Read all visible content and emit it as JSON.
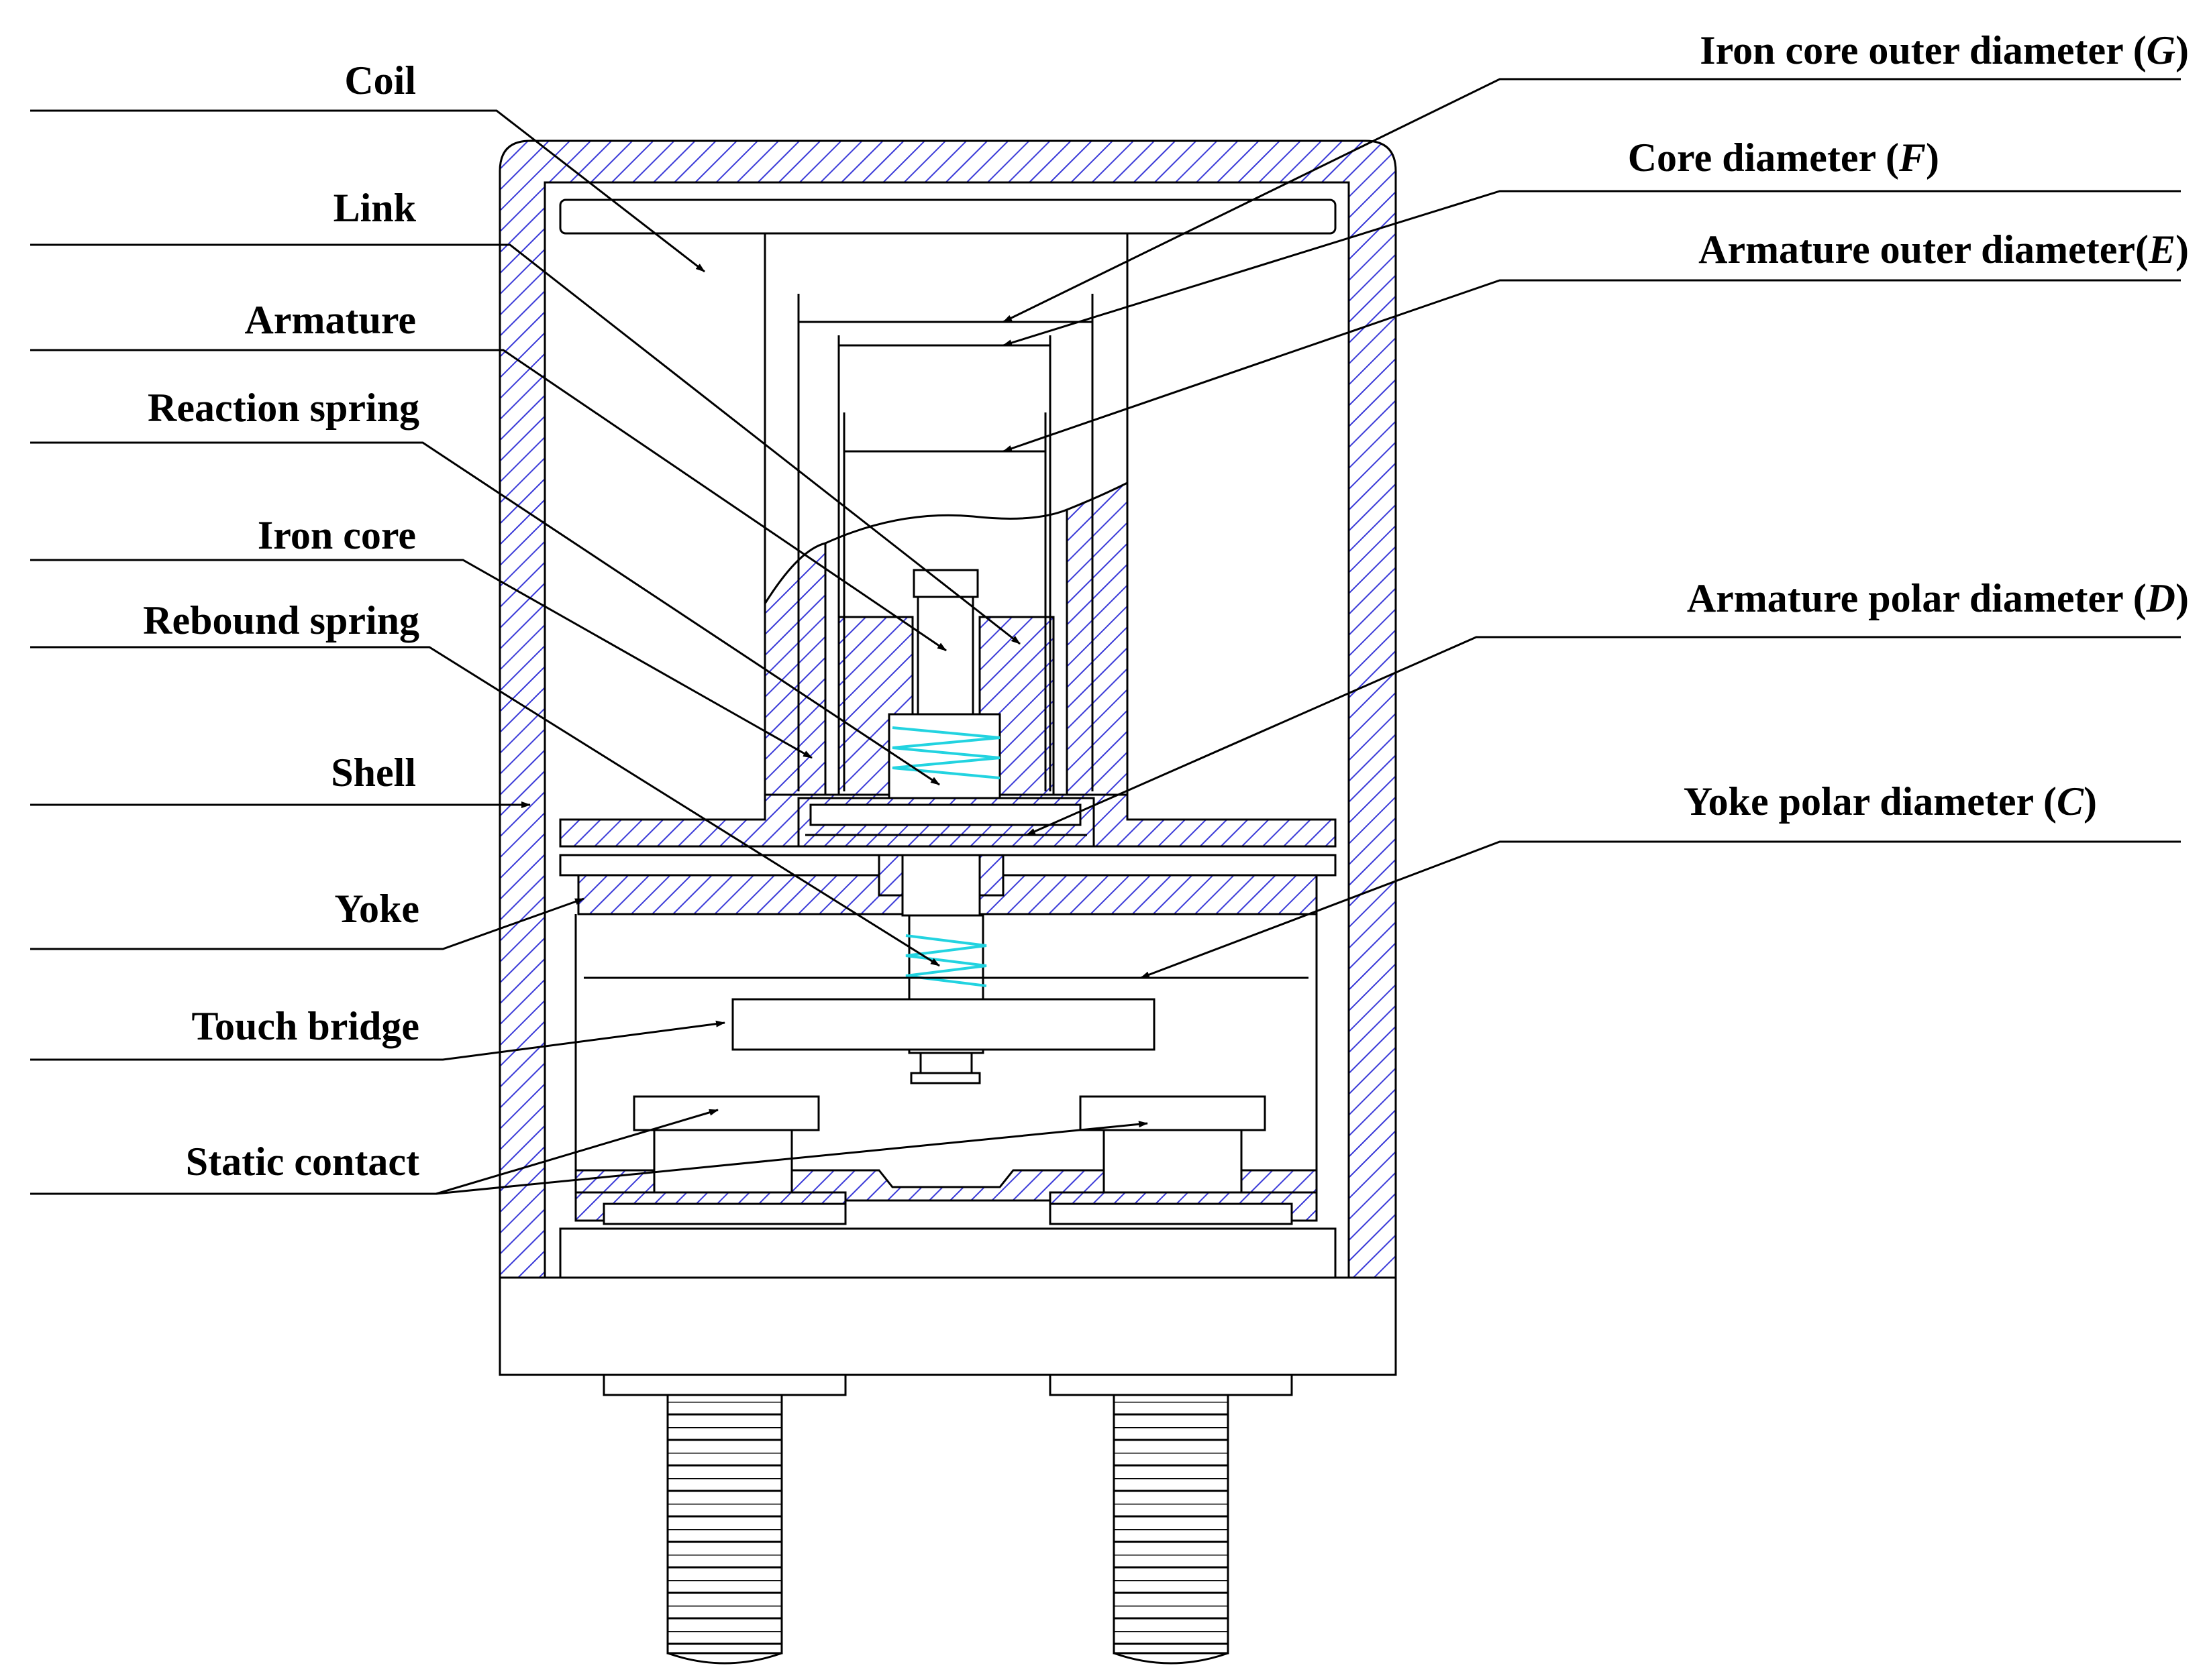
{
  "left_labels": [
    {
      "id": "coil",
      "text": "Coil"
    },
    {
      "id": "link",
      "text": "Link"
    },
    {
      "id": "armature",
      "text": "Armature"
    },
    {
      "id": "reaction-spring",
      "text": "Reaction spring"
    },
    {
      "id": "iron-core",
      "text": "Iron core"
    },
    {
      "id": "rebound-spring",
      "text": "Rebound spring"
    },
    {
      "id": "shell",
      "text": "Shell"
    },
    {
      "id": "yoke",
      "text": "Yoke"
    },
    {
      "id": "touch-bridge",
      "text": "Touch bridge"
    },
    {
      "id": "static-contact",
      "text": "Static contact"
    }
  ],
  "right_labels": [
    {
      "id": "iron-core-outer-diameter",
      "text": "Iron core outer diameter (",
      "var": "G",
      "close": ")"
    },
    {
      "id": "core-diameter",
      "text": "Core diameter (",
      "var": "F",
      "close": ")"
    },
    {
      "id": "armature-outer-diameter",
      "text": "Armature outer diameter(",
      "var": "E",
      "close": ")"
    },
    {
      "id": "armature-polar-diameter",
      "text": "Armature polar diameter (",
      "var": "D",
      "close": ")"
    },
    {
      "id": "yoke-polar-diameter",
      "text": "Yoke polar diameter (",
      "var": "C",
      "close": ")"
    }
  ],
  "colors": {
    "hatch": "#3a3ad8",
    "spring": "#22d3e0",
    "line": "#000000",
    "background": "#ffffff"
  }
}
